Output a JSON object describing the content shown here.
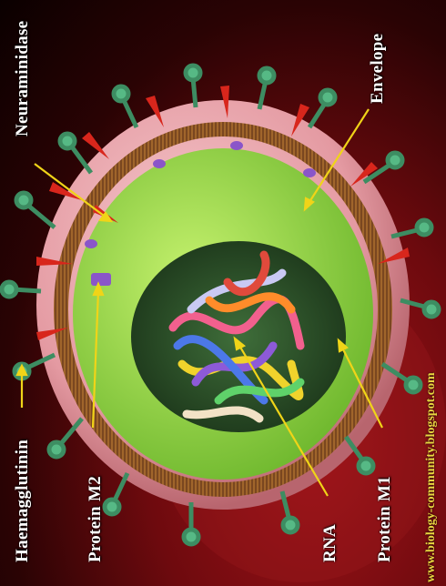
{
  "labels": {
    "neuraminidase": "Neuraminidase",
    "envelope": "Envelope",
    "haemagglutinin": "Haemagglutinin",
    "protein_m2": "Protein M2",
    "rna": "RNA",
    "protein_m1": "Protein M1"
  },
  "watermark": "www.biology-community.blogspot.com",
  "colors": {
    "background": "#6e0a0e",
    "envelope": "#e9a7ad",
    "membrane": "#a0652b",
    "matrix": "#9be04a",
    "haemagglutinin_spike": "#4fae7e",
    "neuraminidase_spike": "#d8261c",
    "protein_m2": "#8a55c9",
    "arrow": "#f0d418"
  }
}
